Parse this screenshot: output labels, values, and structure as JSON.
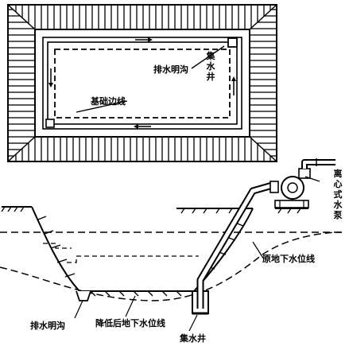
{
  "plan_view": {
    "label_drain_ditch": "排水明沟",
    "label_sump_pit": "集水井",
    "label_foundation_edge": "基础边线"
  },
  "section_view": {
    "label_centrifugal_pump": "离心式水泵",
    "label_original_water_table": "原地下水位线",
    "label_drain_ditch": "排水明沟",
    "label_lowered_water_table": "降低后地下水位线",
    "label_sump_pit": "集水井"
  },
  "colors": {
    "ink": "#000000",
    "paper": "#ffffff"
  }
}
